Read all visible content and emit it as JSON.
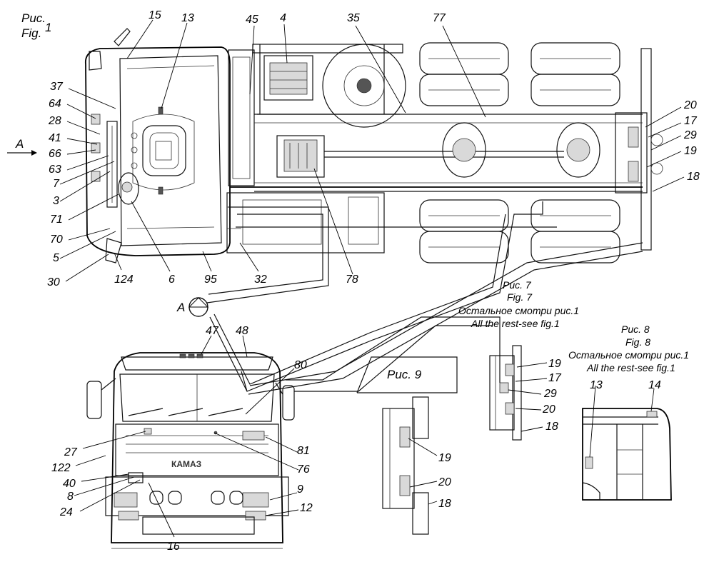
{
  "figure1": {
    "title_ru": "Рис.",
    "title_en": "Fig.",
    "number": "1"
  },
  "view_a": {
    "arrow_label": "A",
    "callout_label": "A"
  },
  "figure7": {
    "title_ru": "Рис. 7",
    "title_en": "Fig. 7",
    "note_ru": "Остальное смотри рис.1",
    "note_en": "All the rest-see fig.1"
  },
  "figure8": {
    "title_ru": "Рис. 8",
    "title_en": "Fig. 8",
    "note_ru": "Остальное смотри рис.1",
    "note_en": "All the rest-see fig.1"
  },
  "figure9": {
    "title_ru": "Рис. 9"
  },
  "plan_view_refs": {
    "r15": "15",
    "r13": "13",
    "r45": "45",
    "r4": "4",
    "r35": "35",
    "r77": "77",
    "r37": "37",
    "r64": "64",
    "r28": "28",
    "r41": "41",
    "r66": "66",
    "r63": "63",
    "r7": "7",
    "r3": "3",
    "r71": "71",
    "r70": "70",
    "r5": "5",
    "r30": "30",
    "r124": "124",
    "r6": "6",
    "r95": "95",
    "r32": "32",
    "r78": "78",
    "r20": "20",
    "r17": "17",
    "r29": "29",
    "r19": "19",
    "r18": "18"
  },
  "front_view_refs": {
    "r47": "47",
    "r48": "48",
    "r80": "80",
    "r27": "27",
    "r122": "122",
    "r40": "40",
    "r8": "8",
    "r24": "24",
    "r16": "16",
    "r81": "81",
    "r76": "76",
    "r9": "9",
    "r12": "12"
  },
  "fig7_refs": {
    "r19": "19",
    "r17": "17",
    "r29": "29",
    "r20": "20",
    "r18": "18"
  },
  "fig8_refs": {
    "r13": "13",
    "r14": "14"
  },
  "fig9_refs": {
    "r19": "19",
    "r20": "20",
    "r18": "18"
  },
  "front_grille_badge": "КАМАЗ"
}
